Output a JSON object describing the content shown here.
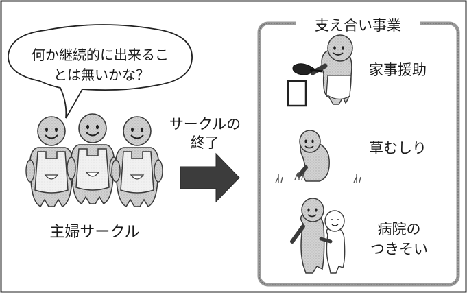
{
  "bubble": {
    "line1": "何か継続的に出来るこ",
    "line2": "とは無いかな？"
  },
  "group_label": "主婦サークル",
  "arrow_text": {
    "line1": "サークルの",
    "line2": "終了"
  },
  "business_box": {
    "title": "支え合い事業",
    "items": [
      {
        "label": "家事援助"
      },
      {
        "label": "草むしり"
      },
      {
        "label_line1": "病院の",
        "label_line2": "つきそい"
      }
    ]
  },
  "colors": {
    "figure_fill": "#c8c8c8",
    "figure_stroke": "#3a3a3a",
    "arrow_fill": "#3c3c3c",
    "box_border": "#9a9a9a",
    "frame": "#222222"
  }
}
